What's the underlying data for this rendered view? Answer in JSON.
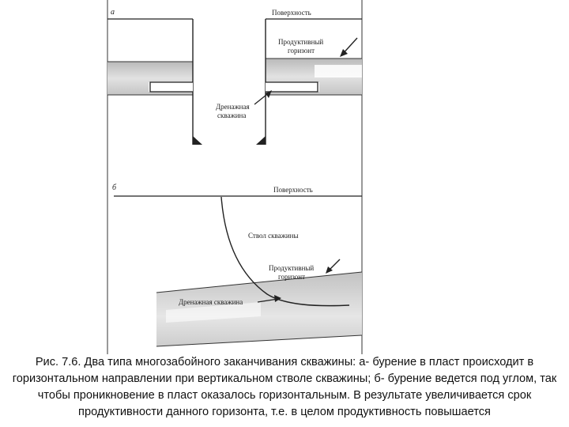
{
  "figure": {
    "panel_a": {
      "letter": "а",
      "surface": "Поверхность",
      "productive_line1": "Продуктивный",
      "productive_line2": "горизонт",
      "drain_line1": "Дренажная",
      "drain_line2": "скважина"
    },
    "panel_b": {
      "letter": "б",
      "surface": "Поверхность",
      "wellbore": "Ствол скважины",
      "productive_line1": "Продуктивный",
      "productive_line2": "горизонт",
      "drain": "Дренажная скважина"
    }
  },
  "caption": "Рис. 7.6. Два типа многозабойного заканчивания скважины: а- бурение в пласт происходит в горизонтальном направлении при вертикальном стволе скважины; б- бурение ведется под углом, так чтобы проникновение в пласт оказалось горизонтальным. В результате увеличивается срок продуктивности данного горизонта, т.е. в целом продуктивность повышается",
  "colors": {
    "formation": "#cfcfcf",
    "ink": "#222222"
  }
}
